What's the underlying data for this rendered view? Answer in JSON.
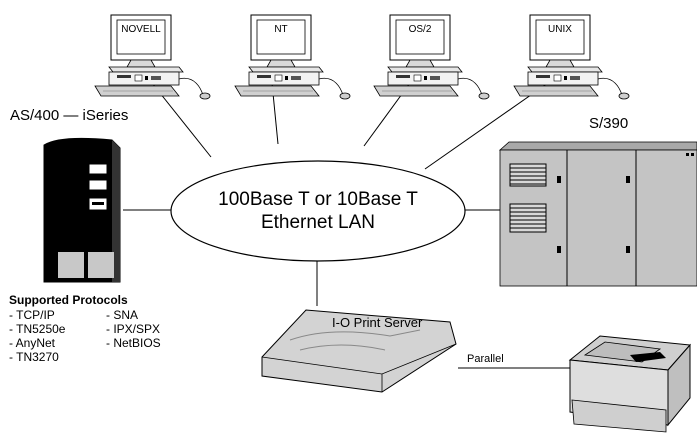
{
  "workstations": [
    {
      "label": "NOVELL",
      "icon": "workstation-icon"
    },
    {
      "label": "NT",
      "icon": "workstation-icon"
    },
    {
      "label": "OS/2",
      "icon": "workstation-icon"
    },
    {
      "label": "UNIX",
      "icon": "workstation-icon"
    }
  ],
  "as400": {
    "label": "AS/400 — iSeries",
    "icon": "server-tower-icon"
  },
  "s390": {
    "label": "S/390",
    "icon": "mainframe-icon"
  },
  "lan": {
    "line1": "100Base T or 10Base T",
    "line2": "Ethernet LAN"
  },
  "print_server": {
    "label": "I-O Print Server",
    "icon": "print-server-icon"
  },
  "link": {
    "label": "Parallel"
  },
  "printer": {
    "icon": "printer-icon"
  },
  "protocols": {
    "title": "Supported Protocols",
    "col1": [
      "- TCP/IP",
      "- TN5250e",
      "- AnyNet",
      "- TN3270"
    ],
    "col2": [
      "- SNA",
      "- IPX/SPX",
      "- NetBIOS"
    ]
  }
}
